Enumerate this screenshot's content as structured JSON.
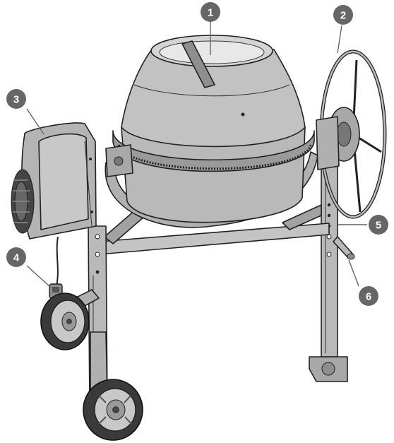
{
  "diagram": {
    "subject": "concrete-mixer",
    "colors": {
      "callout_fill": "#666666",
      "callout_text": "#ffffff",
      "leader_line": "#666666",
      "part_fill": "#b9b9b9",
      "part_fill_dark": "#8e8e8e",
      "part_fill_light": "#d4d4d4",
      "outline": "#222222",
      "tire": "#3a3a3a"
    },
    "callouts": [
      {
        "id": "1",
        "label": "1",
        "points_to": "drum-opening"
      },
      {
        "id": "2",
        "label": "2",
        "points_to": "handwheel"
      },
      {
        "id": "3",
        "label": "3",
        "points_to": "motor-housing"
      },
      {
        "id": "4",
        "label": "4",
        "points_to": "power-switch"
      },
      {
        "id": "5",
        "label": "5",
        "points_to": "frame-leg"
      },
      {
        "id": "6",
        "label": "6",
        "points_to": "support-strut"
      }
    ]
  }
}
